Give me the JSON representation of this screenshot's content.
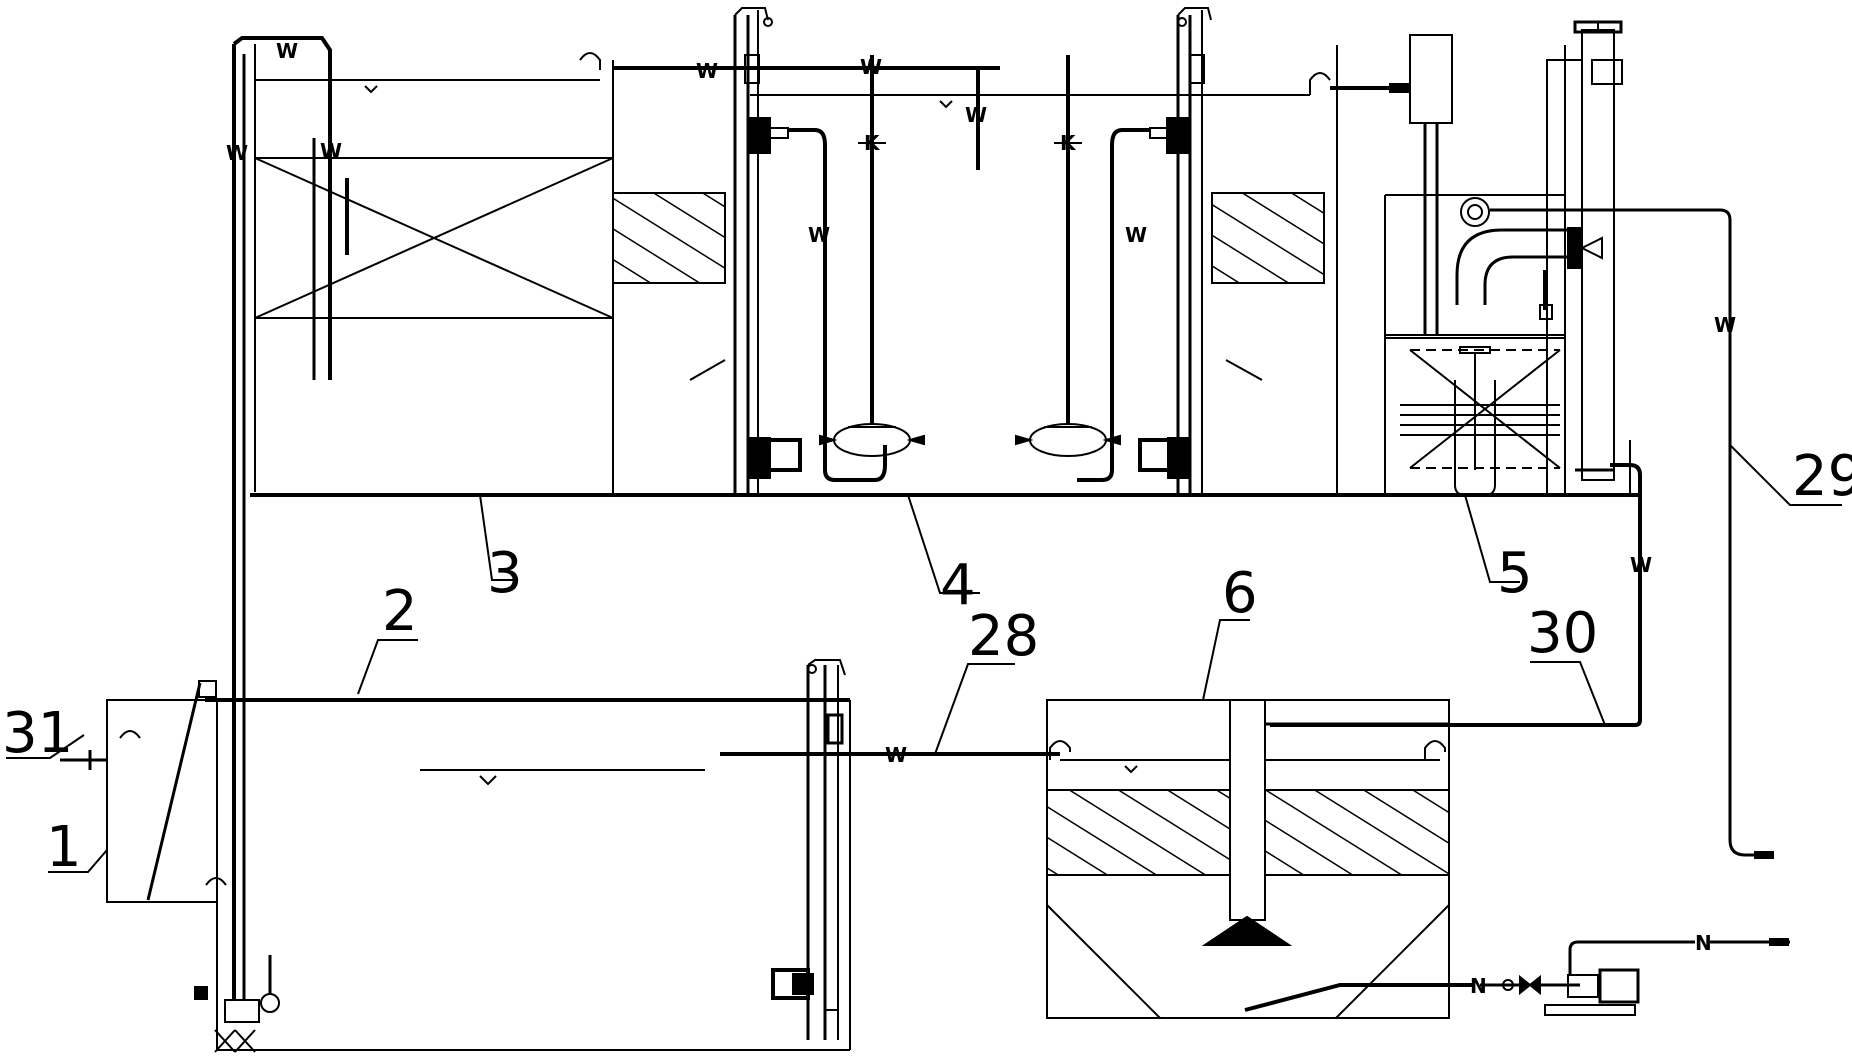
{
  "diagram": {
    "callouts": [
      {
        "id": "c1",
        "text": "1"
      },
      {
        "id": "c2",
        "text": "2"
      },
      {
        "id": "c3",
        "text": "3"
      },
      {
        "id": "c4",
        "text": "4"
      },
      {
        "id": "c5",
        "text": "5"
      },
      {
        "id": "c6",
        "text": "6"
      },
      {
        "id": "c28",
        "text": "28"
      },
      {
        "id": "c29",
        "text": "29"
      },
      {
        "id": "c30",
        "text": "30"
      },
      {
        "id": "c31",
        "text": "31"
      }
    ],
    "pipe_code_water": "W",
    "pipe_code_air": "K",
    "pipe_code_n": "N",
    "colors": {
      "line": "#000000",
      "background": "#ffffff"
    }
  }
}
